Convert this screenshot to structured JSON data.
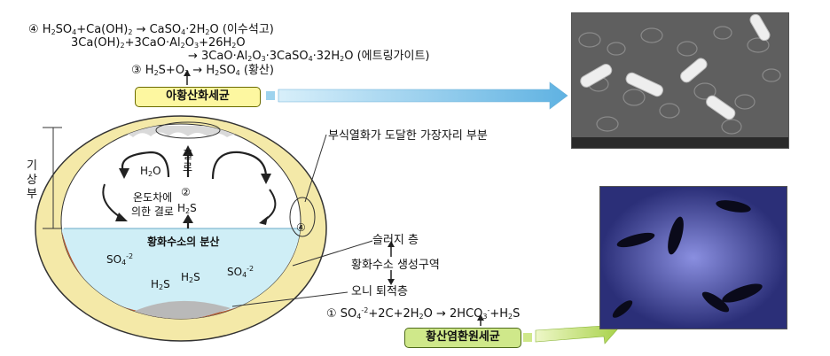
{
  "reactions": {
    "r4_num": "④",
    "r4_lhs": "H",
    "r4_a": "2",
    "r4_b": "SO",
    "r4_c": "4",
    "r4_d": "+Ca(OH)",
    "r4_e": "2",
    "r4_f": " → CaSO",
    "r4_g": "4",
    "r4_h": "·2H",
    "r4_i": "2",
    "r4_j": "O (이수석고)",
    "r5_a": "3Ca(OH)",
    "r5_b": "2",
    "r5_c": "+3CaO·Al",
    "r5_d": "2",
    "r5_e": "O",
    "r5_f": "3",
    "r5_g": "+26H",
    "r5_h": "2",
    "r5_i": "O",
    "r6_a": "→ 3CaO·Al",
    "r6_b": "2",
    "r6_c": "O",
    "r6_d": "3",
    "r6_e": "·3CaSO",
    "r6_f": "4",
    "r6_g": "·32H",
    "r6_h": "2",
    "r6_i": "O (에트링가이트)",
    "r3_num": "③",
    "r3_a": "H",
    "r3_b": "2",
    "r3_c": "S+O",
    "r3_d": "2",
    "r3_e": " → H",
    "r3_f": "2",
    "r3_g": "SO",
    "r3_h": "4",
    "r3_i": " (황산)",
    "r1_num": "①",
    "r1_a": "SO",
    "r1_b": "4",
    "r1_c": "-2",
    "r1_d": "+2C+2H",
    "r1_e": "2",
    "r1_f": "O  → 2HCO",
    "r1_g": "3",
    "r1_h": "-",
    "r1_i": "+H",
    "r1_j": "2",
    "r1_k": "S"
  },
  "labels": {
    "sulfur_oxidizing": "아황산화세균",
    "sulfate_reducing": "황산염환원세균",
    "corrosion_edge": "부식열화가 도달한 가장자리 부분",
    "gas_phase_1": "기",
    "gas_phase_2": "상",
    "gas_phase_3": "부",
    "condensation_1": "결",
    "condensation_2": "로",
    "temp_condensation_1": "온도차에",
    "temp_condensation_2": "의한 결로",
    "h2o": "H",
    "h2o_sub": "2",
    "h2o_end": "O",
    "h2s_gas": "H",
    "h2s_gas_sub": "2",
    "h2s_gas_end": "S",
    "circle2": "②",
    "circle4": "④",
    "h2s_diffusion": "황화수소의 분산",
    "sludge_layer": "슬러지 층",
    "h2s_generation": "황화수소 생성구역",
    "mud_layer": "오니 퇴적층",
    "so4_left": "SO",
    "so4_left_sub": "4",
    "so4_left_sup": "-2",
    "so4_right": "SO",
    "so4_right_sub": "4",
    "so4_right_sup": "-2",
    "h2s_w1": "H",
    "h2s_w1_sub": "2",
    "h2s_w1_end": "S",
    "h2s_w2": "H",
    "h2s_w2_sub": "2",
    "h2s_w2_end": "S"
  },
  "colors": {
    "label_box": "#fdf7a0",
    "pipe_outer": "#f4e9a8",
    "pipe_air": "#ffffff",
    "water": "#cfeef6",
    "corrosion": "#b5562a",
    "sediment": "#b9b9b9",
    "arrow_blue": "#9ed3ee",
    "arrow_green": "#cfe88a",
    "photo1_bg": "#6b6b6b",
    "photo2_bg": "#2a2e7a"
  }
}
